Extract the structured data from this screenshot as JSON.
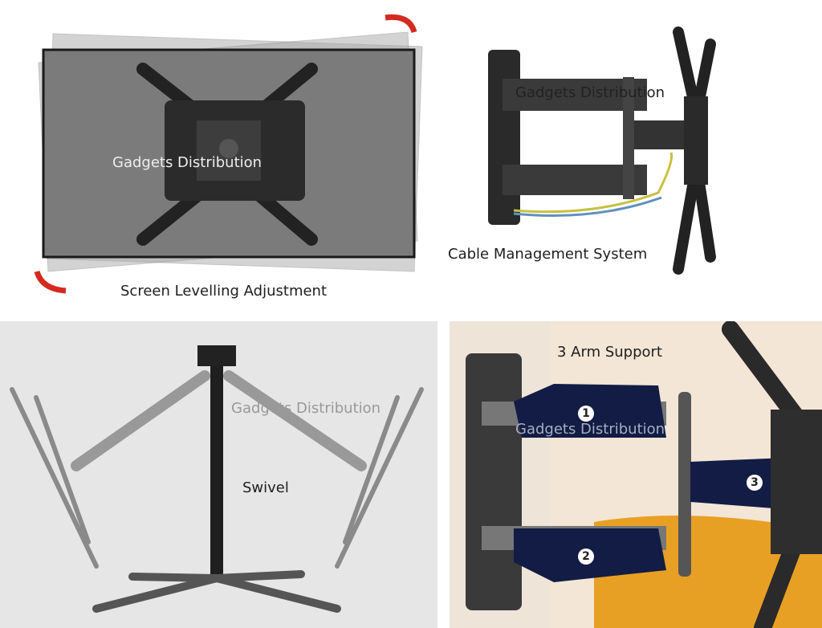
{
  "panels": {
    "levelling": {
      "caption": "Screen Levelling Adjustment",
      "watermark": "Gadgets Distribution"
    },
    "cable": {
      "caption": "Cable Management System",
      "watermark": "Gadgets Distribution"
    },
    "swivel": {
      "caption": "Swivel",
      "watermark": "Gadgets Distribution"
    },
    "arms": {
      "caption": "3 Arm Support",
      "watermark": "Gadgets Distribution",
      "arm_numbers": [
        "1",
        "2",
        "3"
      ]
    }
  },
  "colors": {
    "arrow": "#d42a1f",
    "arm_highlight": "#121c45",
    "mount": "#2a2a2a"
  }
}
